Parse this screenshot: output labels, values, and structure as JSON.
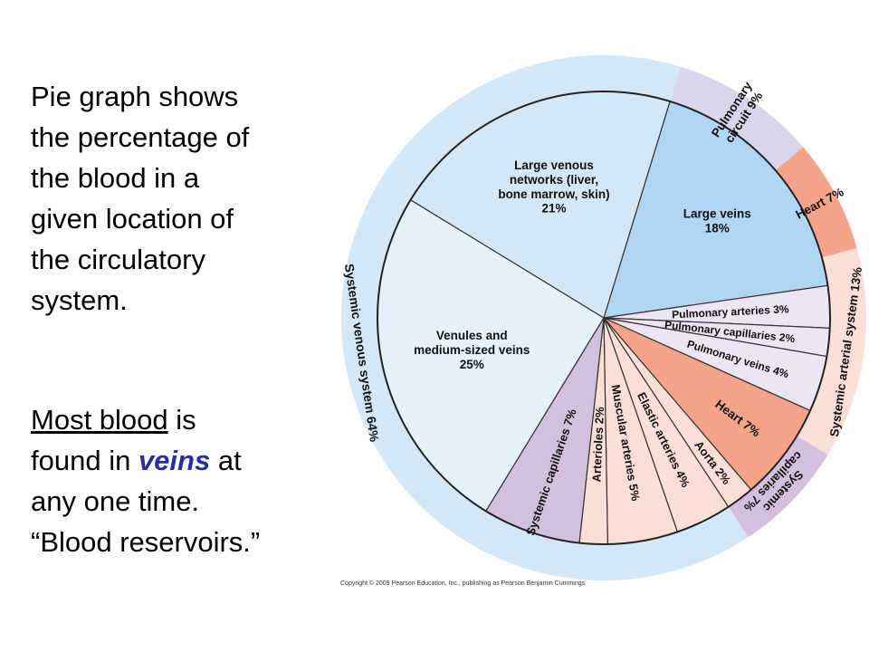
{
  "intro": {
    "lines": [
      "Pie graph shows",
      "the percentage of",
      "the blood in a",
      "given location of",
      "the circulatory",
      "system."
    ]
  },
  "note": {
    "line1_underlined": "Most blood",
    "line1_rest": " is",
    "line2_pre": "found in ",
    "line2_emph": "veins",
    "line2_post": " at",
    "line3": "any one time.",
    "line4": "“Blood reservoirs.”"
  },
  "copyright": "Copyright © 2009 Pearson Education, Inc., publishing as Pearson Benjamin Cummings.",
  "chart_data": {
    "type": "pie",
    "title": "",
    "slices": [
      {
        "label": "Large veins",
        "value": 18,
        "text": "Large veins\n18%",
        "color": "#b0d6f4"
      },
      {
        "label": "Pulmonary arteries",
        "value": 3,
        "text": "Pulmonary arteries 3%",
        "color": "#ede5f2"
      },
      {
        "label": "Pulmonary capillaries",
        "value": 2,
        "text": "Pulmonary capillaries 2%",
        "color": "#ede5f2"
      },
      {
        "label": "Pulmonary veins",
        "value": 4,
        "text": "Pulmonary veins 4%",
        "color": "#ede5f2"
      },
      {
        "label": "Heart",
        "value": 7,
        "text": "Heart 7%",
        "color": "#f4a489"
      },
      {
        "label": "Aorta",
        "value": 2,
        "text": "Aorta 2%",
        "color": "#fbded6"
      },
      {
        "label": "Elastic arteries",
        "value": 4,
        "text": "Elastic arteries 4%",
        "color": "#fbded6"
      },
      {
        "label": "Muscular arteries",
        "value": 5,
        "text": "Muscular arteries 5%",
        "color": "#fbded6"
      },
      {
        "label": "Arterioles",
        "value": 2,
        "text": "Arterioles 2%",
        "color": "#fbded6"
      },
      {
        "label": "Systemic capillaries",
        "value": 7,
        "text": "Systemic capillaries 7%",
        "color": "#d5bfdf"
      },
      {
        "label": "Venules and medium-sized veins",
        "value": 25,
        "text": "Venules and\nmedium-sized veins\n25%",
        "color": "#e4f2fc"
      },
      {
        "label": "Large venous networks (liver, bone marrow, skin)",
        "value": 21,
        "text": "Large venous\nnetworks (liver,\nbone marrow, skin)\n21%",
        "color": "#d4e7f6"
      }
    ],
    "groups": [
      {
        "label": "Pulmonary circuit 9%",
        "text": "Pulmonary\ncircuit 9%",
        "value": 9,
        "color": "#d9d6ec"
      },
      {
        "label": "Heart 7%",
        "text": "Heart 7%",
        "value": 7,
        "color": "#f4a489"
      },
      {
        "label": "Systemic arterial system 13%",
        "text": "Systemic arterial system 13%",
        "value": 13,
        "color": "#fbded6"
      },
      {
        "label": "Systemic capillaries 7%",
        "text": "Systemic\ncapillaries 7%",
        "value": 7,
        "color": "#d5bfdf"
      },
      {
        "label": "Systemic venous system 64%",
        "text": "Systemic venous system 64%",
        "value": 64,
        "color": "#d4e7f6"
      }
    ]
  }
}
